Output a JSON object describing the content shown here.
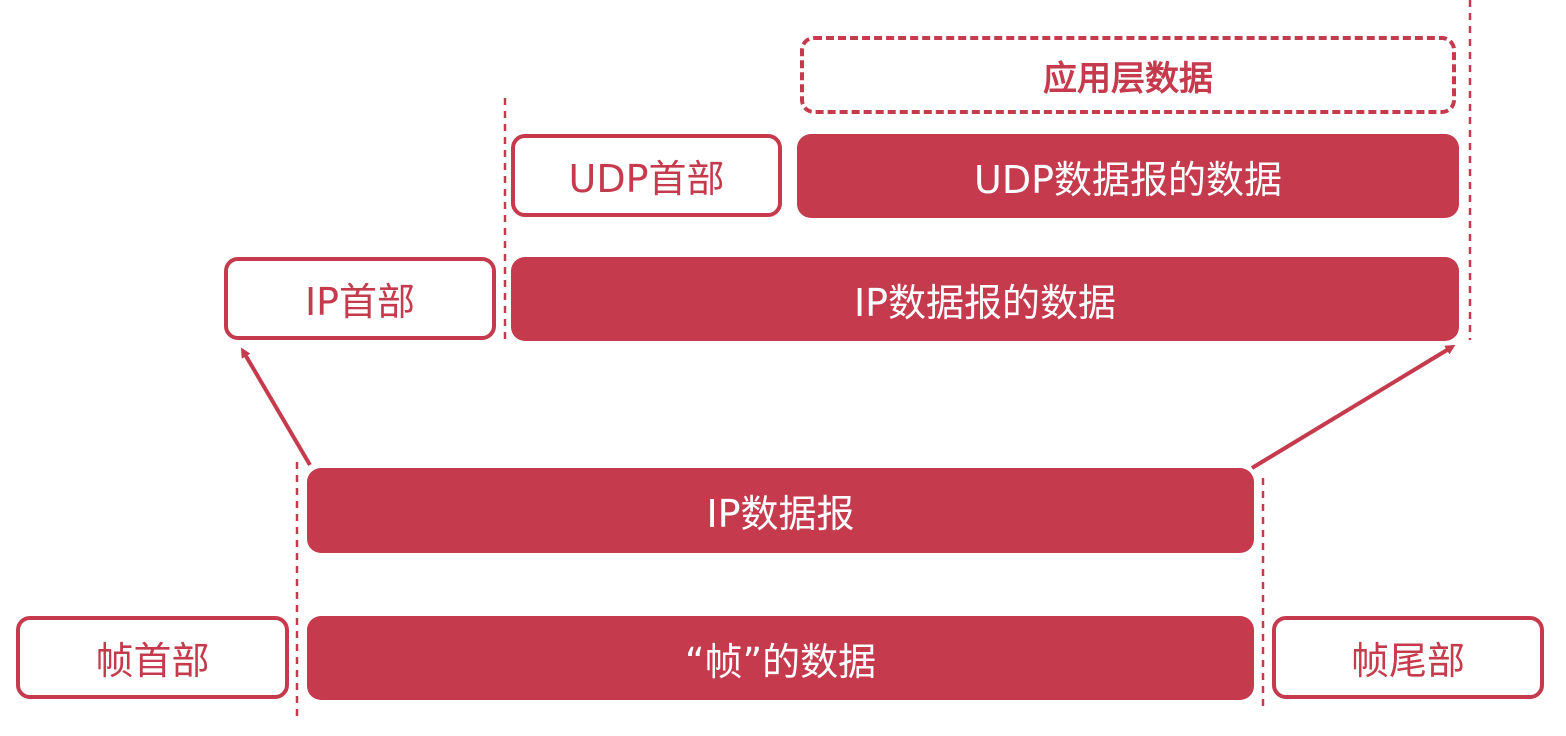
{
  "colors": {
    "accent": "#c53a4c",
    "text_on_accent": "#ffffff",
    "background": "#ffffff"
  },
  "layers": {
    "application": {
      "data_label": "应用层数据"
    },
    "udp": {
      "header_label": "UDP首部",
      "data_label": "UDP数据报的数据"
    },
    "ip": {
      "header_label": "IP首部",
      "data_label": "IP数据报的数据",
      "datagram_label": "IP数据报"
    },
    "frame": {
      "header_label": "帧首部",
      "data_label": "“帧”的数据",
      "trailer_label": "帧尾部"
    }
  }
}
